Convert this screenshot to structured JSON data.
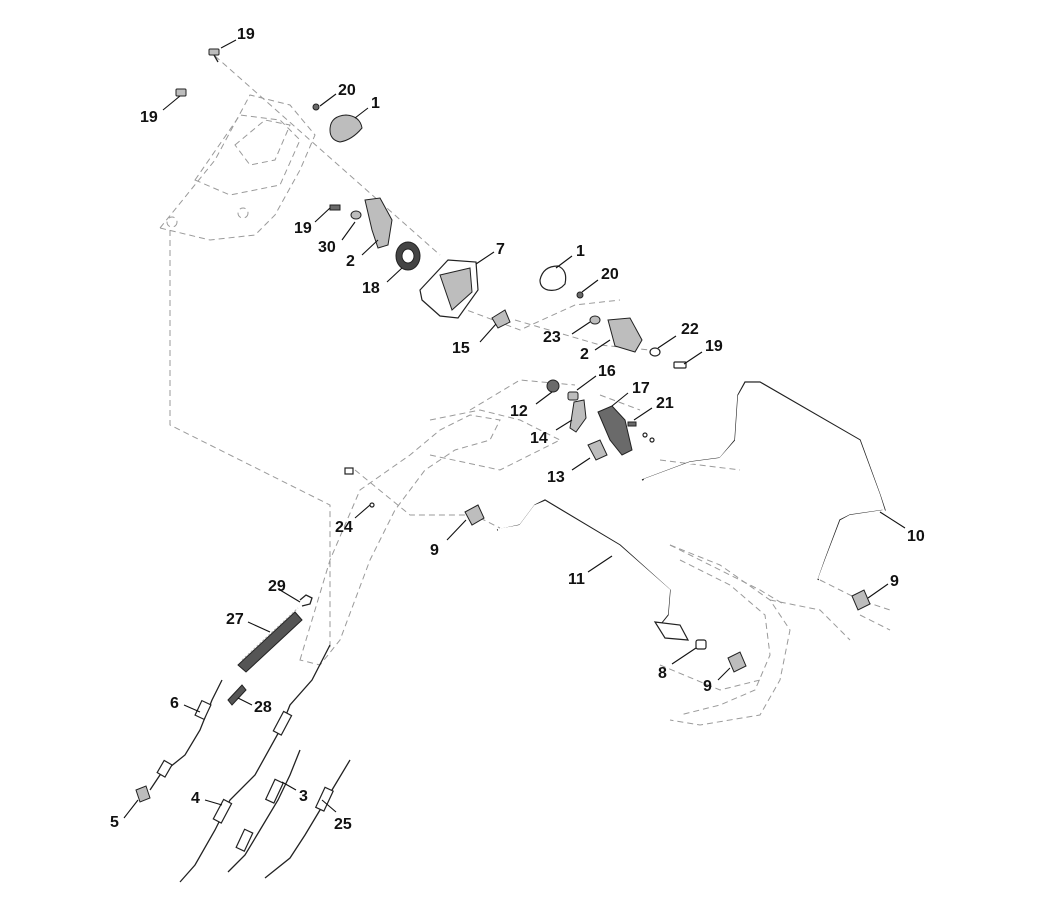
{
  "diagram": {
    "callouts": [
      {
        "id": "c1",
        "text": "19"
      },
      {
        "id": "c2",
        "text": "19"
      },
      {
        "id": "c3",
        "text": "20"
      },
      {
        "id": "c4",
        "text": "1"
      },
      {
        "id": "c5",
        "text": "19"
      },
      {
        "id": "c6",
        "text": "30"
      },
      {
        "id": "c7",
        "text": "2"
      },
      {
        "id": "c8",
        "text": "18"
      },
      {
        "id": "c9",
        "text": "7"
      },
      {
        "id": "c10",
        "text": "1"
      },
      {
        "id": "c11",
        "text": "20"
      },
      {
        "id": "c12",
        "text": "23"
      },
      {
        "id": "c13",
        "text": "2"
      },
      {
        "id": "c14",
        "text": "22"
      },
      {
        "id": "c15",
        "text": "19"
      },
      {
        "id": "c16",
        "text": "15"
      },
      {
        "id": "c17",
        "text": "16"
      },
      {
        "id": "c18",
        "text": "12"
      },
      {
        "id": "c19",
        "text": "17"
      },
      {
        "id": "c20",
        "text": "21"
      },
      {
        "id": "c21",
        "text": "14"
      },
      {
        "id": "c22",
        "text": "13"
      },
      {
        "id": "c23",
        "text": "24"
      },
      {
        "id": "c24",
        "text": "9"
      },
      {
        "id": "c25",
        "text": "10"
      },
      {
        "id": "c26",
        "text": "11"
      },
      {
        "id": "c27",
        "text": "9"
      },
      {
        "id": "c28",
        "text": "29"
      },
      {
        "id": "c29",
        "text": "27"
      },
      {
        "id": "c30",
        "text": "8"
      },
      {
        "id": "c31",
        "text": "9"
      },
      {
        "id": "c32",
        "text": "6"
      },
      {
        "id": "c33",
        "text": "28"
      },
      {
        "id": "c34",
        "text": "4"
      },
      {
        "id": "c35",
        "text": "3"
      },
      {
        "id": "c36",
        "text": "25"
      },
      {
        "id": "c37",
        "text": "5"
      }
    ]
  }
}
